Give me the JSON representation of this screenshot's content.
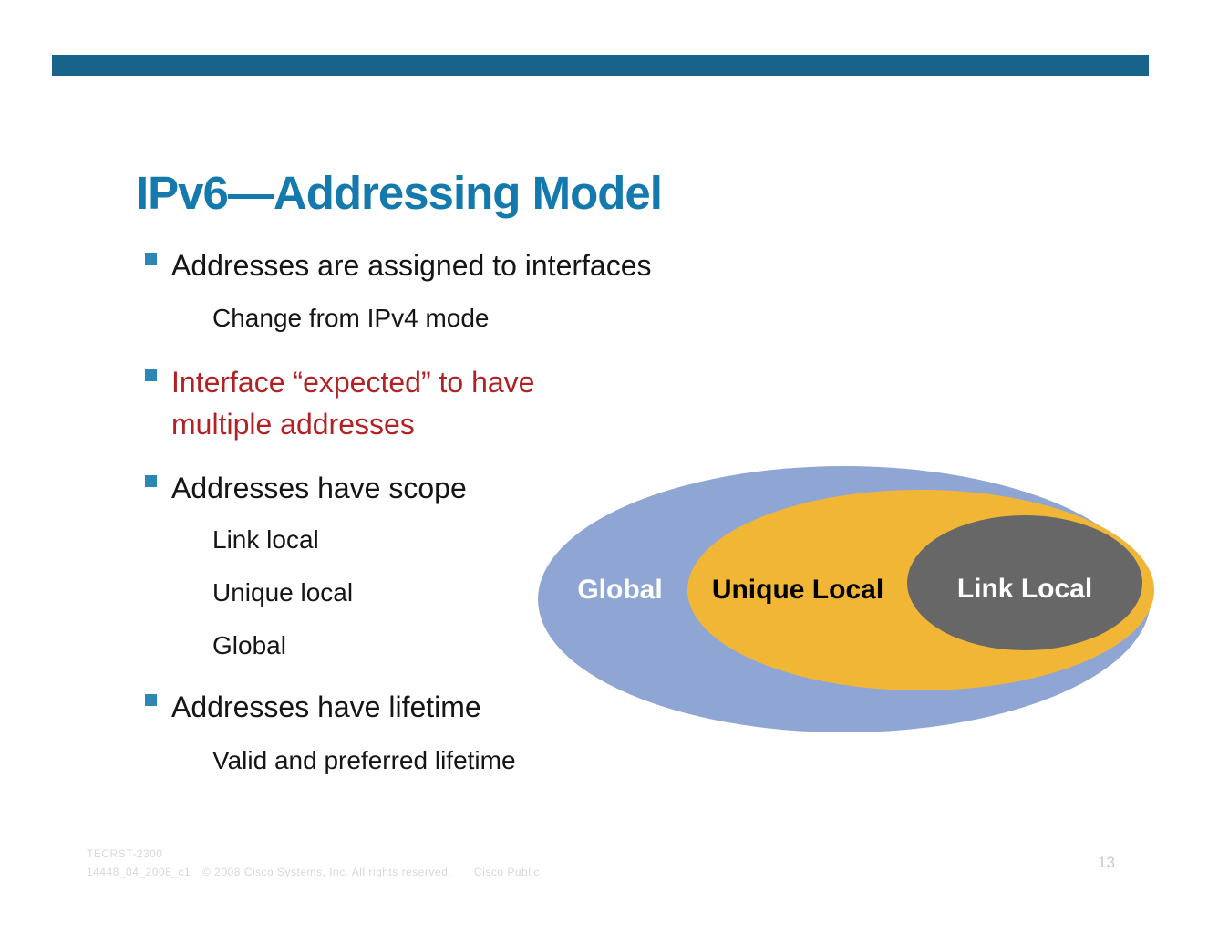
{
  "slide": {
    "title": "IPv6—Addressing Model",
    "bullets": [
      {
        "lines": [
          "Addresses are assigned to interfaces"
        ],
        "style": "normal",
        "subs": [
          "Change from IPv4 mode"
        ]
      },
      {
        "lines": [
          "Interface “expected” to have",
          "multiple addresses"
        ],
        "style": "emphasis",
        "subs": []
      },
      {
        "lines": [
          "Addresses have scope"
        ],
        "style": "normal",
        "subs": [
          "Link local",
          "Unique local",
          "Global"
        ]
      },
      {
        "lines": [
          "Addresses have lifetime"
        ],
        "style": "normal",
        "subs": [
          "Valid and preferred lifetime"
        ]
      }
    ]
  },
  "diagram": {
    "type": "nested-ellipses",
    "ellipses": [
      {
        "label": "Global",
        "fill": "#8fa6d4",
        "label_color": "#ffffff"
      },
      {
        "label": "Unique Local",
        "fill": "#f2b636",
        "label_color": "#000000"
      },
      {
        "label": "Link Local",
        "fill": "#666766",
        "label_color": "#ffffff"
      }
    ]
  },
  "footer": {
    "session_id": "TECRST-2300",
    "doc_id": "14448_04_2008_c1",
    "copyright": "© 2008 Cisco Systems, Inc. All rights reserved.",
    "classification": "Cisco Public",
    "page_number": "13"
  },
  "colors": {
    "top_bar": "#17638a",
    "title": "#1479ad",
    "bullet_marker": "#2e86b5",
    "body_text": "#151515",
    "emphasis_text": "#b22225",
    "footer_text": "#d8d8d8"
  }
}
